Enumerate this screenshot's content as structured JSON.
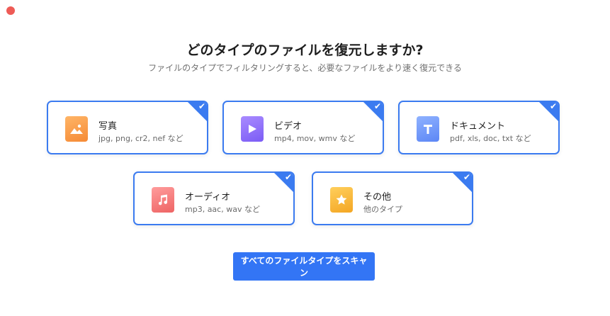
{
  "header": {
    "title": "どのタイプのファイルを復元しますか?",
    "subtitle": "ファイルのタイプでフィルタリングすると、必要なファイルをより速く復元できる"
  },
  "cards": [
    {
      "title": "写真",
      "desc": "jpg, png, cr2, nef など",
      "icon": "image-icon",
      "selected": true
    },
    {
      "title": "ビデオ",
      "desc": "mp4, mov, wmv など",
      "icon": "video-play-icon",
      "selected": true
    },
    {
      "title": "ドキュメント",
      "desc": "pdf, xls, doc, txt など",
      "icon": "document-icon",
      "selected": true
    },
    {
      "title": "オーディオ",
      "desc": "mp3, aac, wav など",
      "icon": "music-note-icon",
      "selected": true
    },
    {
      "title": "その他",
      "desc": "他のタイプ",
      "icon": "star-icon",
      "selected": true
    }
  ],
  "scan_button": {
    "label": "すべてのファイルタイプをスキャン"
  },
  "colors": {
    "accent": "#3b7bf0",
    "button": "#3375f5",
    "close": "#ee5b56"
  }
}
